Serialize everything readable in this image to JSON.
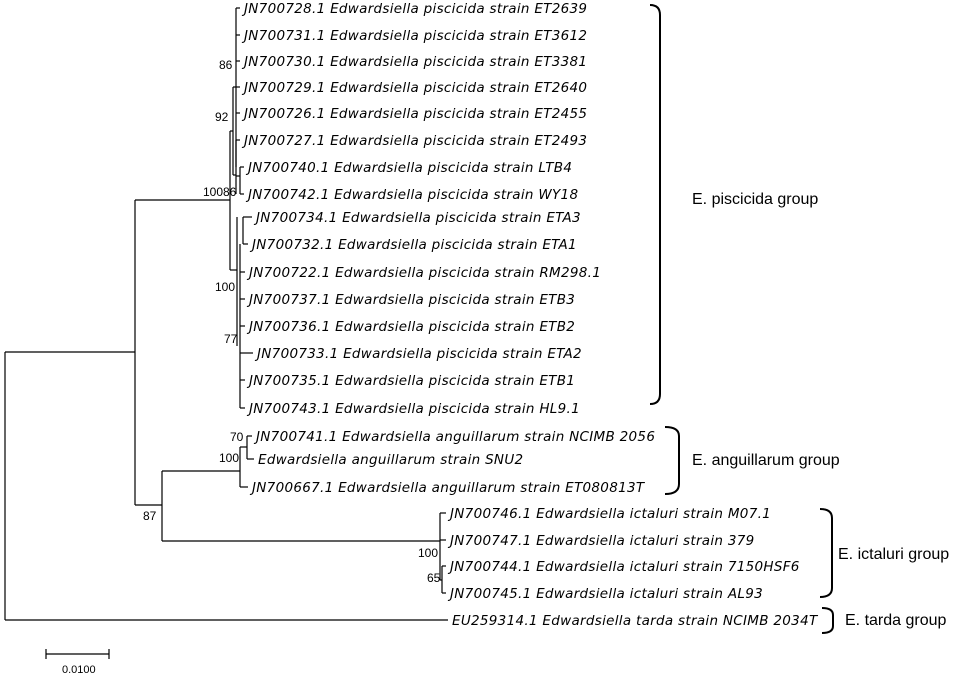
{
  "leaves": [
    "JN700728.1 Edwardsiella piscicida strain ET2639",
    "JN700731.1 Edwardsiella piscicida strain ET3612",
    "JN700730.1 Edwardsiella piscicida strain ET3381",
    "JN700729.1 Edwardsiella piscicida strain ET2640",
    "JN700726.1 Edwardsiella piscicida strain ET2455",
    "JN700727.1 Edwardsiella piscicida strain ET2493",
    "JN700740.1 Edwardsiella piscicida strain LTB4",
    "JN700742.1 Edwardsiella piscicida strain WY18",
    "JN700734.1 Edwardsiella piscicida strain ETA3",
    "JN700732.1 Edwardsiella piscicida strain ETA1",
    "JN700722.1 Edwardsiella piscicida strain RM298.1",
    "JN700737.1 Edwardsiella piscicida strain ETB3",
    "JN700736.1 Edwardsiella piscicida strain ETB2",
    "JN700733.1 Edwardsiella piscicida strain ETA2",
    "JN700735.1 Edwardsiella piscicida strain ETB1",
    "JN700743.1 Edwardsiella piscicida strain HL9.1",
    "JN700741.1 Edwardsiella anguillarum strain NCIMB 2056",
    "Edwardsiella anguillarum strain SNU2",
    "JN700667.1 Edwardsiella anguillarum strain ET080813T",
    "JN700746.1 Edwardsiella ictaluri strain M07.1",
    "JN700747.1 Edwardsiella ictaluri strain 379",
    "JN700744.1 Edwardsiella ictaluri strain 7150HSF6",
    "JN700745.1 Edwardsiella ictaluri strain AL93",
    "EU259314.1 Edwardsiella tarda strain NCIMB 2034T"
  ],
  "bootstrap": [
    "86",
    "92",
    "100",
    "86",
    "100",
    "77",
    "70",
    "100",
    "87",
    "100",
    "65"
  ],
  "groups": [
    "E. piscicida group",
    "E. anguillarum group",
    "E. ictaluri group",
    "E. tarda group"
  ],
  "scale_bar": {
    "label": "0.0100"
  }
}
